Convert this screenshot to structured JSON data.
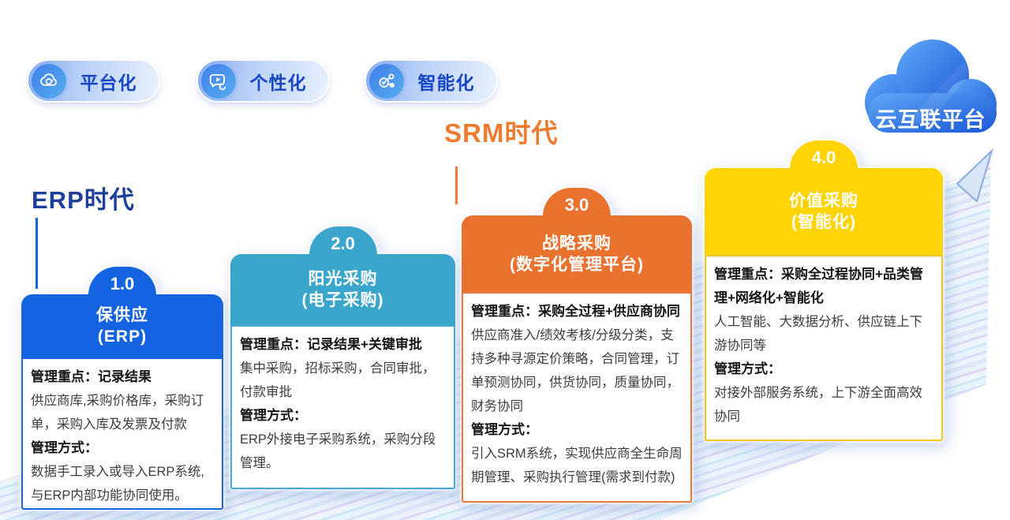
{
  "badges": [
    {
      "label": "平台化",
      "icon": "cloud-platform-icon"
    },
    {
      "label": "个性化",
      "icon": "chat-personalization-icon"
    },
    {
      "label": "智能化",
      "icon": "network-intelligence-icon"
    }
  ],
  "eras": {
    "erp": "ERP时代",
    "srm": "SRM时代"
  },
  "cloud_label": "云互联平台",
  "cards": [
    {
      "version": "1.0",
      "title": "保供应",
      "subtitle": "(ERP)",
      "theme_color": "#1463e0",
      "lines": [
        {
          "bold": true,
          "text": "管理重点：记录结果"
        },
        {
          "bold": false,
          "text": "供应商库,采购价格库，采购订单，采购入库及发票及付款"
        },
        {
          "bold": true,
          "text": "管理方式："
        },
        {
          "bold": false,
          "text": "数据手工录入或导入ERP系统,与ERP内部功能协同使用。"
        }
      ]
    },
    {
      "version": "2.0",
      "title": "阳光采购",
      "subtitle": "(电子采购)",
      "theme_color": "#3aa6cb",
      "lines": [
        {
          "bold": true,
          "text": "管理重点：记录结果+关键审批"
        },
        {
          "bold": false,
          "text": "集中采购，招标采购，合同审批，付款审批"
        },
        {
          "bold": true,
          "text": "管理方式："
        },
        {
          "bold": false,
          "text": "ERP外接电子采购系统，采购分段管理。"
        }
      ]
    },
    {
      "version": "3.0",
      "title": "战略采购",
      "subtitle": "(数字化管理平台)",
      "theme_color": "#e9722e",
      "lines": [
        {
          "bold": true,
          "text": "管理重点：采购全过程+供应商协同"
        },
        {
          "bold": false,
          "text": "供应商准入/绩效考核/分级分类，支持多种寻源定价策略，合同管理，订单预测协同，供货协同，质量协同，财务协同"
        },
        {
          "bold": true,
          "text": "管理方式："
        },
        {
          "bold": false,
          "text": "引入SRM系统，实现供应商全生命周期管理、采购执行管理(需求到付款)"
        }
      ]
    },
    {
      "version": "4.0",
      "title": "价值采购",
      "subtitle": "(智能化)",
      "theme_color": "#ffd404",
      "lines": [
        {
          "bold": true,
          "text": "管理重点：采购全过程协同+品类管理+网络化+智能化"
        },
        {
          "bold": false,
          "text": "人工智能、大数据分析、供应链上下游协同等"
        },
        {
          "bold": true,
          "text": "管理方式："
        },
        {
          "bold": false,
          "text": "对接外部服务系统，上下游全面高效协同"
        }
      ]
    }
  ],
  "colors": {
    "stage1_blue": "#1463e0",
    "stage2_teal": "#3aa6cb",
    "stage3_orange": "#e9722e",
    "stage4_yellow": "#ffd404",
    "erp_era_text": "#1c3f9b",
    "srm_era_text": "#ed7b30",
    "pill_text": "#1747c5",
    "cloud_gradient_start": "#5fa8f8",
    "cloud_gradient_end": "#1a57d6"
  }
}
